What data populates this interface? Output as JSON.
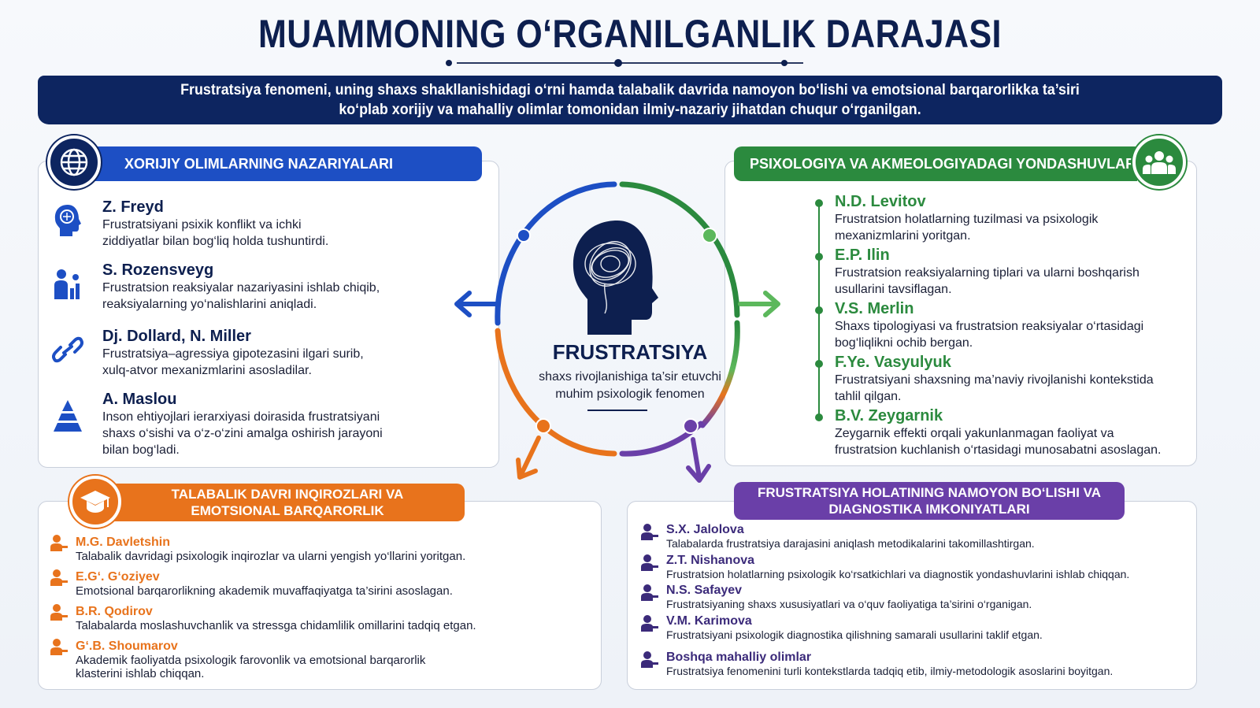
{
  "title": "MUAMMONING O‘RGANILGANLIK DARAJASI",
  "banner": {
    "line1": "Frustratsiya fenomeni, uning shaxs shakllanishidagi o‘rni hamda talabalik davrida namoyon bo‘lishi va emotsional barqarorlikka ta’siri",
    "line2": "ko‘plab xorijiy va mahalliy olimlar tomonidan ilmiy-nazariy jihatdan chuqur o‘rganilgan."
  },
  "center": {
    "title": "FRUSTRATSIYA",
    "subtitle_line1": "shaxs rivojlanishiga ta’sir etuvchi",
    "subtitle_line2": "muhim psixologik fenomen"
  },
  "colors": {
    "navy": "#0d2560",
    "blue": "#1d4fc4",
    "green": "#2b8a3e",
    "orange": "#e8731c",
    "purple": "#6a3fa8"
  },
  "foreign": {
    "header": "XORIJIY OLIMLARNING NAZARIYALARI",
    "icon": "globe-icon",
    "items": [
      {
        "name": "Z. Freyd",
        "line1": "Frustratsiyani psixik konflikt va ichki",
        "line2": "ziddiyatlar bilan bog‘liq holda tushuntirdi.",
        "line3": "",
        "icon": "head-brain-icon"
      },
      {
        "name": "S. Rozensveyg",
        "line1": "Frustratsion reaksiyalar nazariyasini ishlab chiqib,",
        "line2": "reaksiyalarning yo‘nalishlarini aniqladi.",
        "line3": "",
        "icon": "person-chart-icon"
      },
      {
        "name": "Dj. Dollard, N. Miller",
        "line1": "Frustratsiya–agressiya gipotezasini ilgari surib,",
        "line2": "xulq-atvor mexanizmlarini asosladilar.",
        "line3": "",
        "icon": "link-icon"
      },
      {
        "name": "A. Maslou",
        "line1": "Inson ehtiyojlari ierarxiyasi doirasida frustratsiyani",
        "line2": "shaxs o‘sishi va o‘z-o‘zini amalga oshirish jarayoni",
        "line3": "bilan bog‘ladi.",
        "icon": "pyramid-icon"
      }
    ]
  },
  "psych": {
    "header": "PSIXOLOGIYA VA AKMEOLOGIYADAGI YONDASHUVLAR",
    "icon": "people-group-icon",
    "items": [
      {
        "name": "N.D. Levitov",
        "line1": "Frustratsion holatlarning tuzilmasi va psixologik",
        "line2": "mexanizmlarini yoritgan."
      },
      {
        "name": "E.P. Ilin",
        "line1": "Frustratsion reaksiyalarning tiplari va ularni boshqarish",
        "line2": "usullarini tavsiflagan."
      },
      {
        "name": "V.S. Merlin",
        "line1": "Shaxs tipologiyasi va frustratsion reaksiyalar o‘rtasidagi",
        "line2": "bog‘liqlikni ochib bergan."
      },
      {
        "name": "F.Ye. Vasyulyuk",
        "line1": "Frustratsiyani shaxsning ma’naviy rivojlanishi kontekstida",
        "line2": "tahlil qilgan."
      },
      {
        "name": "B.V. Zeygarnik",
        "line1": "Zeygarnik effekti orqali yakunlanmagan faoliyat va",
        "line2": "frustratsion kuchlanish o‘rtasidagi munosabatni asoslagan."
      }
    ]
  },
  "student": {
    "header_line1": "TALABALIK DAVRI INQIROZLARI VA",
    "header_line2": "EMOTSIONAL BARQARORLIK",
    "icon": "graduation-cap-icon",
    "items": [
      {
        "name": "M.G. Davletshin",
        "line1": "Talabalik davridagi psixologik inqirozlar va ularni yengish yo‘llarini yoritgan.",
        "line2": ""
      },
      {
        "name": "E.G‘. G‘oziyev",
        "line1": "Emotsional barqarorlikning akademik muvaffaqiyatga ta’sirini asoslagan.",
        "line2": ""
      },
      {
        "name": "B.R. Qodirov",
        "line1": "Talabalarda moslashuvchanlik va stressga chidamlilik omillarini tadqiq etgan.",
        "line2": ""
      },
      {
        "name": "G‘.B. Shoumarov",
        "line1": "Akademik faoliyatda psixologik farovonlik va emotsional barqarorlik",
        "line2": "klasterini ishlab chiqqan."
      }
    ]
  },
  "diagnostics": {
    "header_line1": "FRUSTRATSIYA HOLATINING NAMOYON BO‘LISHI VA",
    "header_line2": "DIAGNOSTIKA IMKONIYATLARI",
    "items": [
      {
        "name": "S.X. Jalolova",
        "text": "Talabalarda frustratsiya darajasini aniqlash metodikalarini takomillashtirgan."
      },
      {
        "name": "Z.T. Nishanova",
        "text": "Frustratsion holatlarning psixologik ko‘rsatkichlari va diagnostik yondashuvlarini ishlab chiqqan."
      },
      {
        "name": "N.S. Safayev",
        "text": "Frustratsiyaning shaxs xususiyatlari va o‘quv faoliyatiga ta’sirini o‘rganigan."
      },
      {
        "name": "V.M. Karimova",
        "text": "Frustratsiyani psixologik diagnostika qilishning samarali usullarini taklif etgan."
      },
      {
        "name": "Boshqa mahalliy olimlar",
        "text": "Frustratsiya fenomenini turli kontekstlarda tadqiq etib, ilmiy-metodologik asoslarini boyitgan."
      }
    ]
  }
}
